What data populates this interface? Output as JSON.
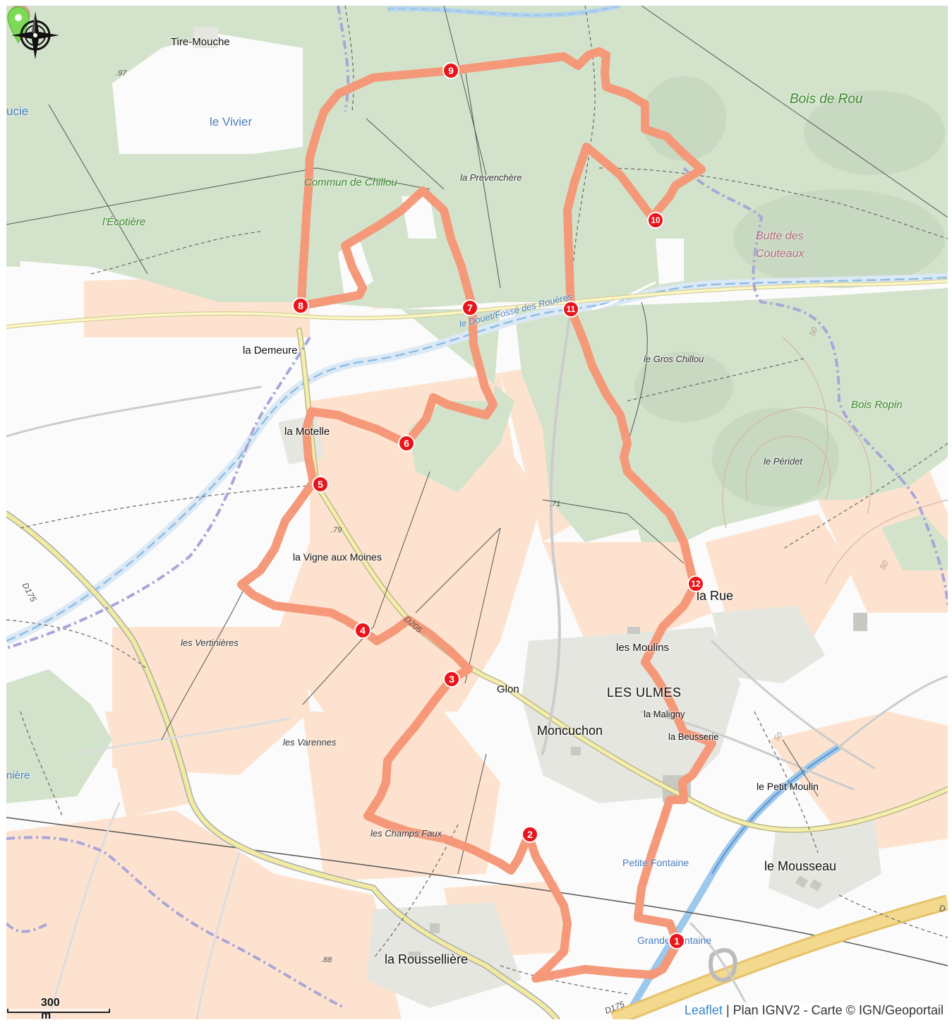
{
  "map": {
    "places": {
      "tire_mouche": "Tire-Mouche",
      "le_vivier": "le Vivier",
      "commun_chillou": "Commun de Chillou",
      "ecotiere": "l'Écotière",
      "la_prevenchere": "la Prevenchère",
      "la_demeure": "la Demeure",
      "la_motelle": "la Motelle",
      "la_vigne": "la Vigne aux Moines",
      "les_vertinieres": "les Vertinières",
      "les_varennes": "les Varennes",
      "les_champs_faux": "les Champs Faux",
      "la_roussellière": "la Roussellière",
      "glon": "Glon",
      "moncuchon": "Moncuchon",
      "les_ulmes": "LES ULMES",
      "les_moulins": "les Moulins",
      "la_rue": "la Rue",
      "la_maligny": "la Maligny",
      "la_beusserie": "la Beusserie",
      "le_petit_moulin": "le Petit Moulin",
      "le_mousseau": "le Mousseau",
      "petite_fontaine": "Petite Fontaine",
      "grande_fontaine": "Grande Fontaine",
      "le_gros_chillou": "le Gros Chillou",
      "le_peridet": "le Péridet",
      "bois_de_rou": "Bois de Rou",
      "bois_ropin": "Bois Ropin",
      "butte_1": "Butte des",
      "butte_2": "Couteaux",
      "stream": "le Douet/Fossé des Rouères",
      "edge_left_top": "ucie",
      "edge_left_bottom": "nière"
    },
    "spot_heights": {
      "h97": ".97",
      "h79": ".79",
      "h71": ".71",
      "h88": ".88"
    },
    "contours": {
      "c50a": "50",
      "c50b": "50",
      "c50c": "50"
    },
    "roads": {
      "d175": "D175",
      "d205": "D205",
      "d175b": "D175",
      "edge_d": "D"
    },
    "checkpoints": [
      "1",
      "2",
      "3",
      "4",
      "5",
      "6",
      "7",
      "8",
      "9",
      "10",
      "11",
      "12"
    ],
    "colors": {
      "route": "#e8151b",
      "route_halo": "#f08a6a",
      "forest": "#d4e4cd",
      "field": "#fde2cc",
      "water": "#9dc3e6",
      "start_pin": "#7ed957"
    }
  },
  "scale": {
    "label": "300 m"
  },
  "attribution": {
    "leaflet": "Leaflet",
    "sep": " | ",
    "text": "Plan IGNV2 - Carte © IGN/Geoportail"
  }
}
